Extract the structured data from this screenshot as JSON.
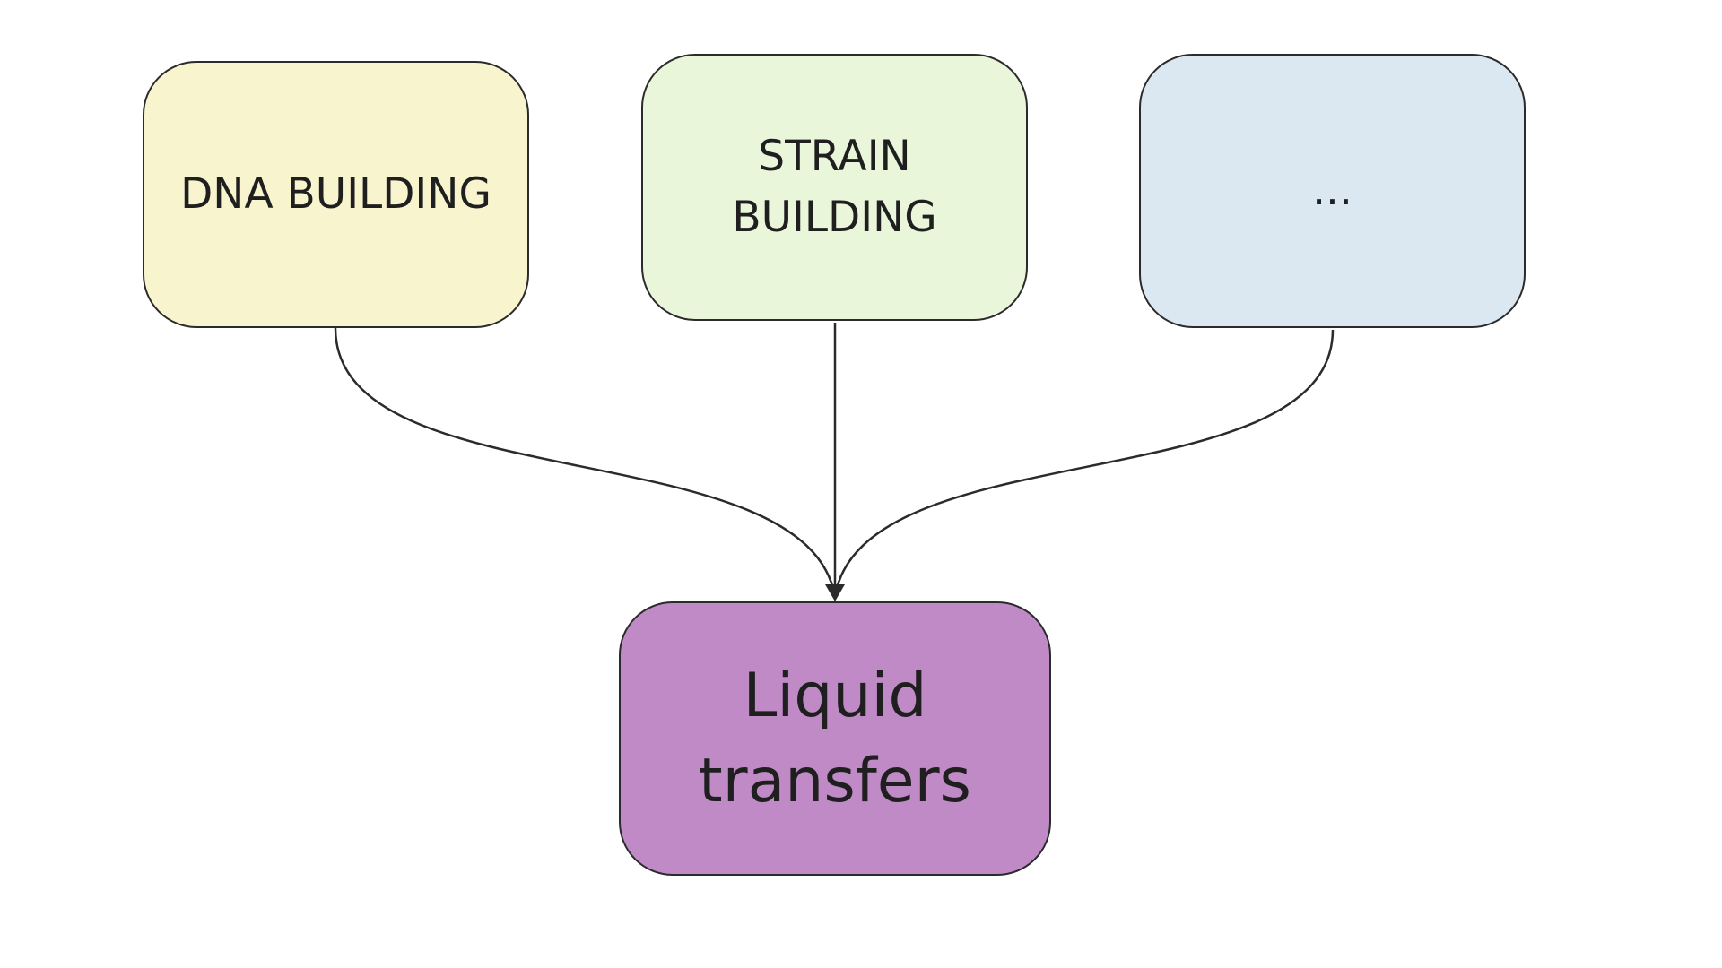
{
  "diagram": {
    "nodes": [
      {
        "id": "dna",
        "label": "DNA BUILDING",
        "fill": "#f8f4ce"
      },
      {
        "id": "strain",
        "label": "STRAIN\nBUILDING",
        "fill": "#eaf6da"
      },
      {
        "id": "more",
        "label": "...",
        "fill": "#dbe7f1"
      },
      {
        "id": "liquid",
        "label": "Liquid\ntransfers",
        "fill": "#c08ac7"
      }
    ],
    "edges": [
      {
        "from": "dna",
        "to": "liquid"
      },
      {
        "from": "strain",
        "to": "liquid"
      },
      {
        "from": "more",
        "to": "liquid"
      }
    ],
    "colors": {
      "stroke": "#2b2b2b",
      "text": "#1f1f1f",
      "background": "#ffffff"
    }
  }
}
